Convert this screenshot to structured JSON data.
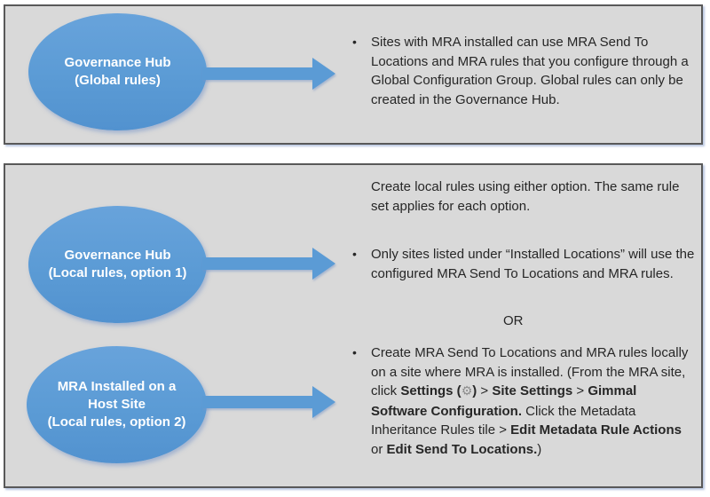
{
  "colors": {
    "page_bg": "#ffffff",
    "panel_bg": "#d9d9d9",
    "panel_border": "#595959",
    "shape_blue": "#5b9bd5",
    "body_text": "#262626",
    "ellipse_text": "#ffffff",
    "gear_gray": "#8c8c8c"
  },
  "glyphs": {
    "bullet": "•",
    "gear": "⚙"
  },
  "top_panel": {
    "ellipse_lines": [
      "Governance Hub",
      "(Global rules)"
    ],
    "bullet_text": "Sites with MRA installed can use MRA Send To Locations and MRA rules that you configure through a Global Configuration Group. Global rules can only be created in the Governance Hub."
  },
  "bottom_panel": {
    "intro_text": "Create local rules using either option. The same rule set applies for each option.",
    "option1_ellipse_lines": [
      "Governance Hub",
      "(Local rules, option 1)"
    ],
    "option1_bullet_text": "Only sites listed under “Installed Locations” will use the configured MRA Send To Locations and MRA rules.",
    "or_label": "OR",
    "option2_ellipse_lines": [
      "MRA Installed on a",
      "Host Site",
      "(Local rules, option 2)"
    ],
    "option2_bullet_segments": [
      {
        "text": "Create MRA Send To Locations and MRA rules locally on a site where MRA is installed. (From the MRA site, click ",
        "bold": false
      },
      {
        "text": "Settings (",
        "bold": true
      },
      {
        "text": "⚙",
        "bold": true,
        "icon": "gear"
      },
      {
        "text": ")",
        "bold": true
      },
      {
        "text": " > ",
        "bold": false
      },
      {
        "text": "Site Settings",
        "bold": true
      },
      {
        "text": " > ",
        "bold": false
      },
      {
        "text": "Gimmal Software Configuration.",
        "bold": true
      },
      {
        "text": " Click the Metadata Inheritance Rules tile > ",
        "bold": false
      },
      {
        "text": "Edit Metadata Rule Actions",
        "bold": true
      },
      {
        "text": " or ",
        "bold": false
      },
      {
        "text": "Edit Send To Locations.",
        "bold": true
      },
      {
        "text": ")",
        "bold": false
      }
    ]
  }
}
